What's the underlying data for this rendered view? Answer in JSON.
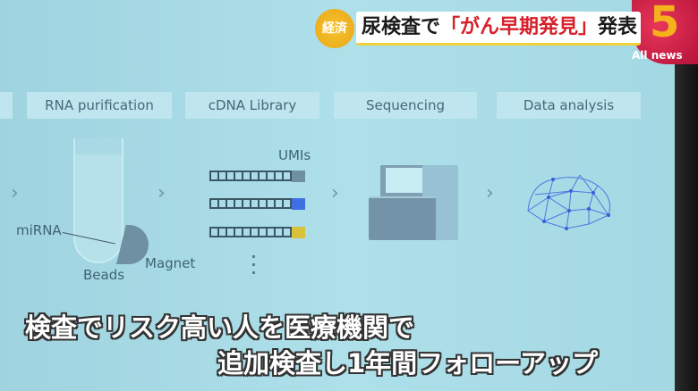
{
  "slide": {
    "steps": [
      {
        "label": "RNA purification"
      },
      {
        "label": "cDNA Library"
      },
      {
        "label": "Sequencing"
      },
      {
        "label": "Data analysis"
      }
    ],
    "labels": {
      "mirna": "miRNA",
      "beads": "Beads",
      "magnet": "Magnet",
      "umis": "UMIs"
    },
    "umi_colors": [
      "#6f8fa2",
      "#3f6fe0",
      "#d9c13a"
    ],
    "chevron": "›"
  },
  "banner": {
    "category": "経済",
    "title_prefix": "尿検査で",
    "title_highlight": "「がん早期発見」",
    "title_suffix": "発表",
    "highlight_color": "#d6202a"
  },
  "logo": {
    "number": "5",
    "text": "All news"
  },
  "subtitle": {
    "line1": "検査でリスク高い人を医療機関で",
    "line2": "追加検査し1年間フォローアップ"
  }
}
